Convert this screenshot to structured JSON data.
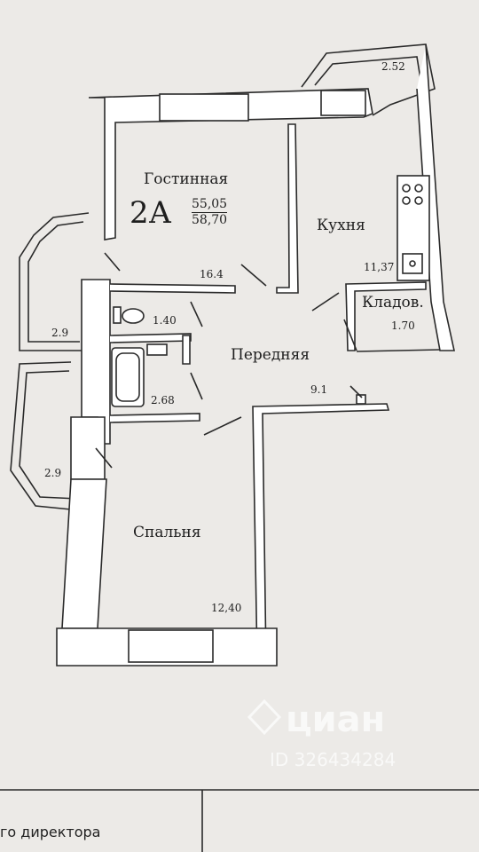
{
  "plan": {
    "type_label": "2А",
    "area_total": "55,05",
    "area_with_balcony": "58,70",
    "rooms": {
      "living": {
        "name": "Гостинная",
        "area": "16.4"
      },
      "kitchen": {
        "name": "Кухня",
        "area": "11,37"
      },
      "storage": {
        "name": "Кладов.",
        "area": "1.70"
      },
      "hall": {
        "name": "Передняя",
        "area": "9.1"
      },
      "bedroom": {
        "name": "Спальня",
        "area": "12,40"
      },
      "toilet": {
        "area": "1.40"
      },
      "bathroom": {
        "area": "2.68"
      },
      "balcony_top": {
        "area": "2.52"
      },
      "balcony_left_upper": {
        "area": "2.9"
      },
      "balcony_left_lower": {
        "area": "2.9"
      }
    }
  },
  "watermark": {
    "brand": "циан",
    "id": "ID 326434284"
  },
  "footer": {
    "text": "го директора"
  },
  "colors": {
    "paper": "#eceae7",
    "wall_line": "#2a2a2a",
    "wall_fill": "#ffffff"
  }
}
